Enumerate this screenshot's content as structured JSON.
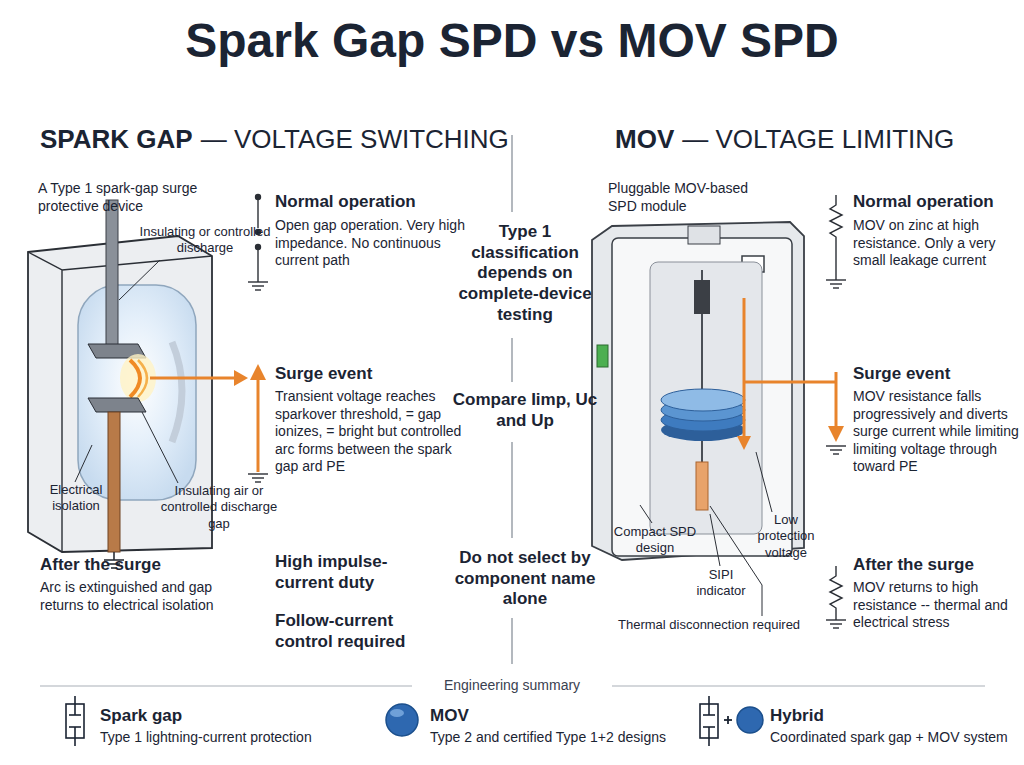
{
  "diagram": {
    "title": "Spark Gap SPD vs MOV SPD",
    "nodes": [
      {
        "text": [
          "A Type 1 spark-gap surge protective device"
        ]
      },
      {
        "text": [
          "Pluggable MOV-based SPD module"
        ]
      }
    ],
    "labels": [
      "SPARK GAP",
      "— VOLTAGE SWITCHING",
      "Insulating or controlled discharge",
      "Normal operation",
      "Open gap operation. Very high impedance. No continuous current path",
      "Surge event",
      "Transient voltage reaches sparkover threshold, = gap ionizes, = bright but controlled arc forms between the spark gap ard PE",
      "Electrical isolation",
      "Insulating air or controlled discharge gap",
      "After the surge",
      "Arc is extinguished and gap returns to electrical isolation",
      "Type 1 classification depends on complete-device testing",
      "Compare Iimp, Uc and Up",
      "High impulse-current duty",
      "Follow-current control required",
      "Do not select by component name alone",
      "MOV",
      "— VOLTAGE LIMITING",
      "Normal operation",
      "MOV on zinc at high resistance. Only a very small leakage current",
      "Surge event",
      "MOV resistance falls progressively and diverts surge current while limiting limiting voltage through toward PE",
      "Compact SPD design",
      "Low protection voltage",
      "SIPI indicator",
      "Thermal disconnection required",
      "After the surge",
      "MOV returns to high resistance -- thermal and electrical stress",
      "Engineering summary",
      "Type 1 lightning-current protection",
      "Type 2 and certified Type 1+2 designs",
      "Coordinated spark gap + MOV system"
    ],
    "legend": [
      {
        "text": "Spark gap"
      },
      {
        "text": "MOV"
      },
      {
        "text": "Hybrid"
      }
    ]
  }
}
